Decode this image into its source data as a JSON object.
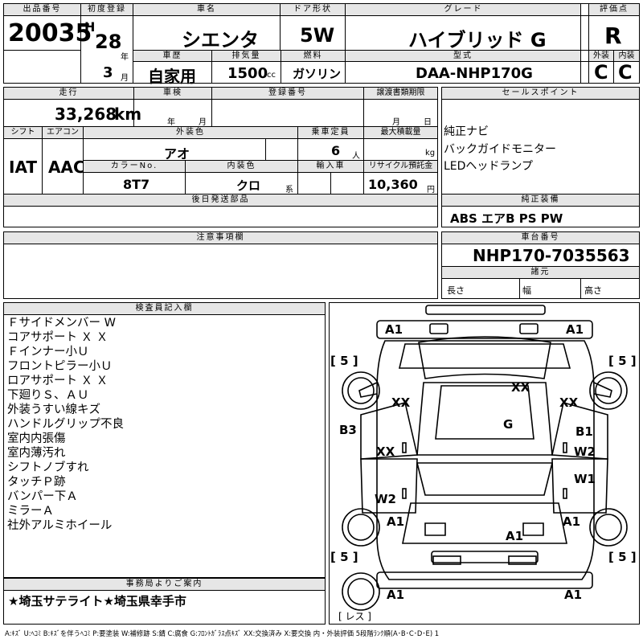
{
  "header": {
    "lot_label": "出品番号",
    "lot_no": "20035",
    "first_reg_label": "初度登録",
    "era": "H",
    "year": "28",
    "year_unit": "年",
    "month": "3",
    "month_unit": "月",
    "car_name_label": "車名",
    "car_name": "シエンタ",
    "door_label": "ドア形状",
    "door": "5W",
    "grade_label": "グレード",
    "grade": "ハイブリッド G",
    "score_label": "評価点",
    "score": "R",
    "history_label": "車歴",
    "history": "自家用",
    "disp_label": "排気量",
    "displacement": "1500",
    "disp_unit": "cc",
    "fuel_label": "燃料",
    "fuel": "ガソリン",
    "model_label": "型式",
    "model": "DAA-NHP170G",
    "ext_label": "外装",
    "ext_score": "C",
    "int_label": "内装",
    "int_score": "C"
  },
  "info": {
    "mileage_label": "走行",
    "mileage": "33,268",
    "mileage_unit": "km",
    "inspection_label": "車検",
    "insp_year_unit": "年",
    "insp_month_unit": "月",
    "reg_no_label": "登録番号",
    "transfer_label": "譲渡書類期限",
    "transfer_month_unit": "月",
    "transfer_day_unit": "日",
    "shift_label": "シフト",
    "shift": "IAT",
    "ac_label": "エアコン",
    "ac": "AAC",
    "color_label": "外装色",
    "color": "アオ",
    "capacity_label": "乗車定員",
    "capacity": "6",
    "capacity_unit": "人",
    "load_label": "最大積載量",
    "load_unit": "kg",
    "color_no_label": "カラーNo.",
    "color_no": "8T7",
    "int_color_label": "内装色",
    "int_color": "クロ",
    "int_color_unit": "系",
    "import_label": "輸入車",
    "recycle_label": "リサイクル預託金",
    "recycle": "10,360",
    "recycle_unit": "円",
    "later_label": "後日発送部品"
  },
  "sales": {
    "label": "セールスポイント",
    "items": [
      "純正ナビ",
      "バックガイドモニター",
      "LEDヘッドランプ"
    ]
  },
  "equipment": {
    "label": "純正装備",
    "value": "ABS エアB PS PW"
  },
  "notes": {
    "label": "注意事項欄"
  },
  "chassis": {
    "label": "車台番号",
    "value": "NHP170-7035563",
    "dims_label": "諸元",
    "length_label": "長さ",
    "width_label": "幅",
    "height_label": "高さ"
  },
  "inspector": {
    "label": "検査員記入欄",
    "lines": [
      "Ｆサイドメンバー W",
      "コアサポート Ｘ Ｘ",
      "Ｆインナー小Ｕ",
      "フロントピラー小Ｕ",
      "ロアサポート Ｘ Ｘ",
      "下廻りＳ、ＡＵ",
      "外装うすい線キズ",
      "ハンドルグリップ不良",
      "室内内張傷",
      "室内薄汚れ",
      "シフトノブすれ",
      "タッチＰ跡",
      "バンパー下Ａ",
      "ミラーＡ",
      "社外アルミホイール"
    ]
  },
  "office": {
    "label": "事務局よりご案内",
    "text": "★埼玉サテライト★埼玉県幸手市"
  },
  "diagram": {
    "marks": {
      "a1_top_left": "A1",
      "a1_top_right": "A1",
      "tire_tl": "[ 5 ]",
      "tire_tr": "[ 5 ]",
      "tire_bl": "[ 5 ]",
      "tire_br": "[ 5 ]",
      "xx_front_left": "XX",
      "xx_roof": "XX",
      "xx_front_right": "XX",
      "b3": "B3",
      "g": "G",
      "b1": "B1",
      "xx_rear_door_left": "XX",
      "w2_right": "W2",
      "w1_right": "W1",
      "w2_left": "W2",
      "a1_left_mid": "A1",
      "a1_right_mid": "A1",
      "a1_center": "A1",
      "a1_bottom_left": "A1",
      "a1_bottom_right": "A1",
      "spare": "[ レス ]"
    }
  },
  "legend": "A:ｷｽﾞ U:ﾍｺﾐ B:ｷｽﾞを伴うﾍｺﾐ P:要塗装 W:補修跡 S:錆 C:腐食 G:ﾌﾛﾝﾄｶﾞﾗｽ点ｷｽﾞ XX:交換済み X:要交換 内・外装評価 5段階ﾗﾝｸ順(A･B･C･D･E) 1"
}
